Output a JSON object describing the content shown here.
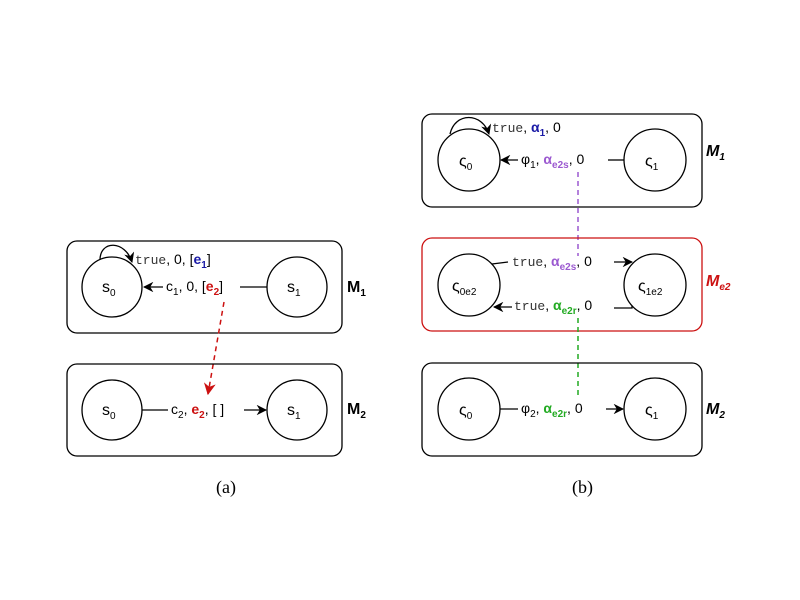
{
  "colors": {
    "blue": "#1a1aa6",
    "red": "#cc1111",
    "purple": "#9b59d0",
    "green": "#22aa22",
    "black": "#000000"
  },
  "panel_a": {
    "caption": "(a)",
    "m1": {
      "label": "M",
      "label_sub": "1",
      "s0": "s",
      "s0_sub": "0",
      "s1": "s",
      "s1_sub": "1",
      "self_loop": {
        "guard": "true",
        "rest": ", 0, [",
        "event": "e",
        "event_sub": "1",
        "close": "]"
      },
      "edge": {
        "guard": "c",
        "guard_sub": "1",
        "rest": ", 0, [",
        "event": "e",
        "event_sub": "2",
        "close": "]"
      }
    },
    "m2": {
      "label": "M",
      "label_sub": "2",
      "s0": "s",
      "s0_sub": "0",
      "s1": "s",
      "s1_sub": "1",
      "edge": {
        "guard": "c",
        "guard_sub": "2",
        "sep": ", ",
        "event": "e",
        "event_sub": "2",
        "rest": ", [ ]"
      }
    }
  },
  "panel_b": {
    "caption": "(b)",
    "m1": {
      "label": "M",
      "label_sub": "1",
      "s0": "ς",
      "s0_sub": "0",
      "s1": "ς",
      "s1_sub": "1",
      "self_loop": {
        "guard": "true",
        "sep": ", ",
        "alpha": "α",
        "alpha_sub": "1",
        "rest": ", 0"
      },
      "edge": {
        "guard": "φ",
        "guard_sub": "1",
        "sep": ", ",
        "alpha": "α",
        "alpha_sub": "e2s",
        "rest": ", 0"
      }
    },
    "me2": {
      "label": "M",
      "label_sub": "e2",
      "s0": "ς",
      "s0_sub": "0e2",
      "s1": "ς",
      "s1_sub": "1e2",
      "edge_top": {
        "guard": "true",
        "sep": ", ",
        "alpha": "α",
        "alpha_sub": "e2s",
        "rest": ", 0"
      },
      "edge_bottom": {
        "guard": "true",
        "sep": ", ",
        "alpha": "α",
        "alpha_sub": "e2r",
        "rest": ", 0"
      }
    },
    "m2": {
      "label": "M",
      "label_sub": "2",
      "s0": "ς",
      "s0_sub": "0",
      "s1": "ς",
      "s1_sub": "1",
      "edge": {
        "guard": "φ",
        "guard_sub": "2",
        "sep": ", ",
        "alpha": "α",
        "alpha_sub": "e2r",
        "rest": ", 0"
      }
    }
  }
}
